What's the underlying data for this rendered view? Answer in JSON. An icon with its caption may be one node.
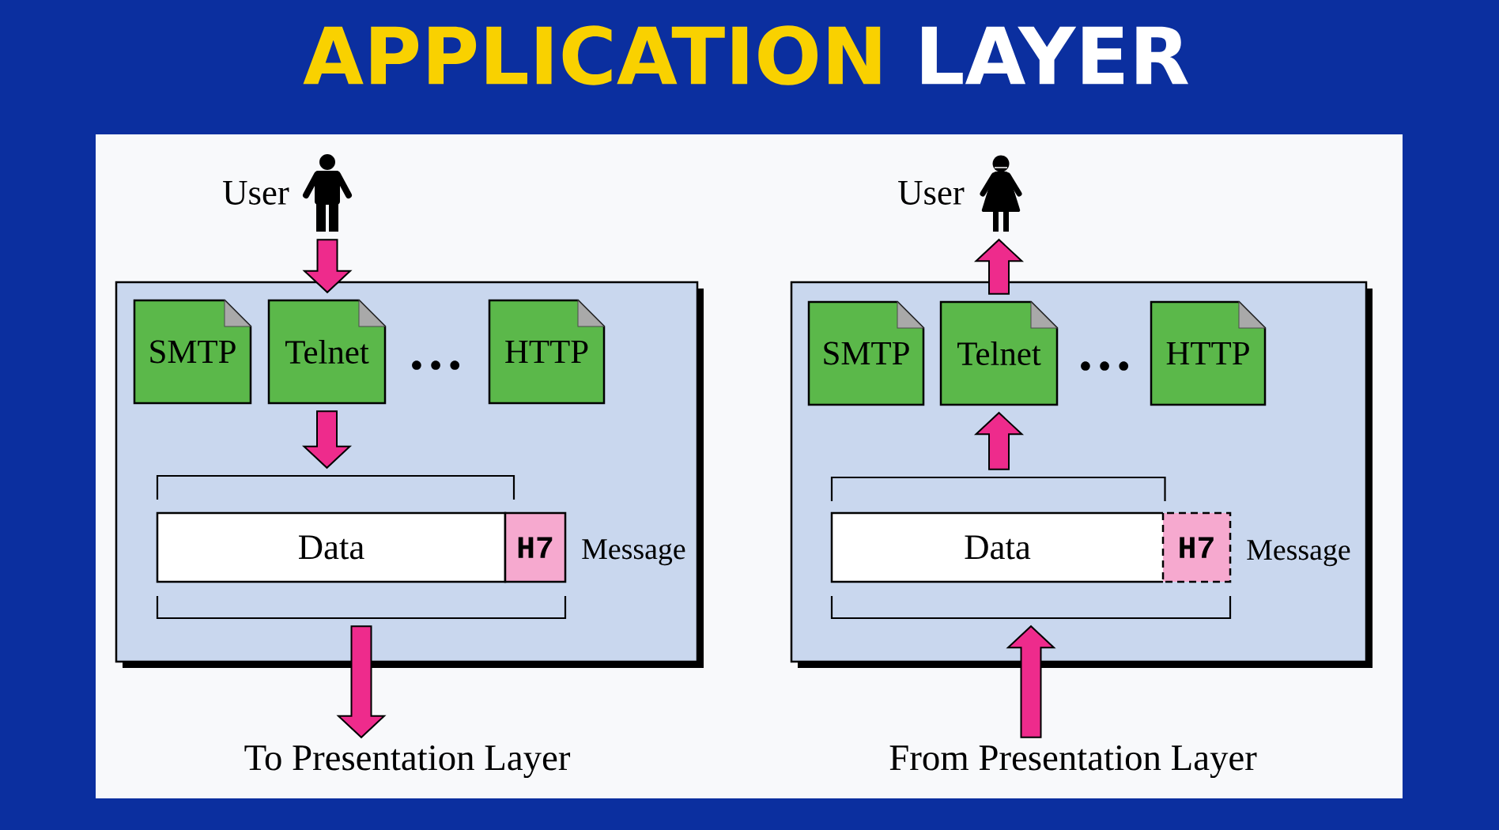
{
  "diagram": {
    "title": "APPLICATION LAYER",
    "nodes": [
      {
        "text": [],
        "shape": "person",
        "beside": [
          "User"
        ]
      },
      {
        "text": [],
        "shape": "box"
      },
      {
        "text": [
          "SMTP"
        ],
        "in": 1
      },
      {
        "text": [
          "Telnet"
        ],
        "in": 1
      },
      {
        "text": [
          "HTTP"
        ],
        "in": 1
      },
      {
        "text": [
          "Message"
        ],
        "in": 1
      },
      {
        "text": [
          "Data"
        ],
        "in": 5
      },
      {
        "text": [
          "H7"
        ],
        "in": 5
      },
      {
        "text": [
          "To Presentation Layer"
        ]
      },
      {
        "text": [],
        "shape": "person",
        "beside": [
          "User"
        ]
      },
      {
        "text": [],
        "shape": "box"
      },
      {
        "text": [
          "SMTP"
        ],
        "in": 10
      },
      {
        "text": [
          "Telnet"
        ],
        "in": 10
      },
      {
        "text": [
          "HTTP"
        ],
        "in": 10
      },
      {
        "text": [
          "Message"
        ],
        "in": 10
      },
      {
        "text": [
          "Data"
        ],
        "in": 14
      },
      {
        "text": [
          "H7"
        ],
        "in": 14
      },
      {
        "text": [
          "From Presentation Layer"
        ]
      }
    ],
    "edges": [
      {
        "from": 0,
        "to": 3,
        "arrow": "to"
      },
      {
        "from": 3,
        "to": 5,
        "arrow": "to"
      },
      {
        "from": 5,
        "to": 8,
        "arrow": "to"
      },
      {
        "from": 12,
        "to": 9,
        "arrow": "to"
      },
      {
        "from": 14,
        "to": 12,
        "arrow": "to"
      },
      {
        "from": 17,
        "to": 14,
        "arrow": "to"
      }
    ],
    "labels": [
      "…",
      "…"
    ]
  }
}
